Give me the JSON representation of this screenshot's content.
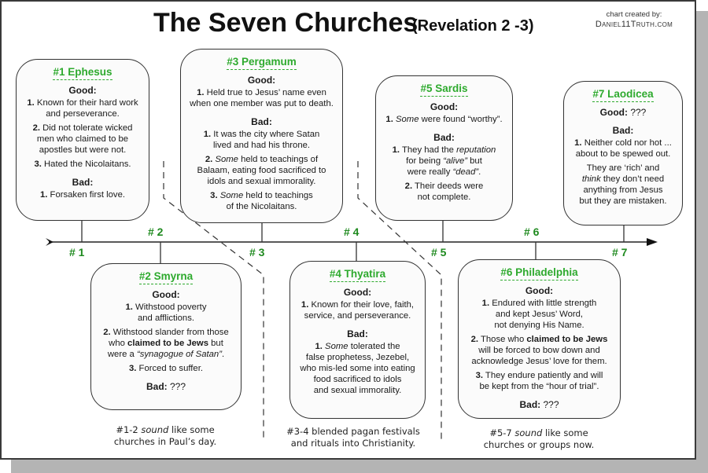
{
  "header": {
    "title": "The Seven Churches",
    "subtitle": "(Revelation 2 -3)",
    "credit_line": "chart created by:",
    "credit_site": "Daniel11Truth.com"
  },
  "colors": {
    "accent": "#2eaa2e",
    "timeline_label": "#1f8a1f",
    "border": "#333333"
  },
  "timeline": {
    "labels": [
      "# 1",
      "# 2",
      "# 3",
      "# 4",
      "# 5",
      "# 6",
      "# 7"
    ],
    "arrow_icon": "arrow-right-icon"
  },
  "churches": [
    {
      "title": "#1 Ephesus",
      "sections": [
        {
          "heading": "Good:",
          "tail": "",
          "items": [
            {
              "num": "1.",
              "segs": [
                {
                  "t": " Known for their hard work\nand perseverance."
                }
              ]
            },
            {
              "num": "2.",
              "segs": [
                {
                  "t": " Did not tolerate wicked\nmen who claimed to be\napostles but were not."
                }
              ]
            },
            {
              "num": "3.",
              "segs": [
                {
                  "t": " Hated the Nicolaitans."
                }
              ]
            }
          ]
        },
        {
          "heading": "Bad:",
          "tail": "",
          "items": [
            {
              "num": "1.",
              "segs": [
                {
                  "t": " Forsaken first love."
                }
              ]
            }
          ]
        }
      ]
    },
    {
      "title": "#2 Smyrna",
      "sections": [
        {
          "heading": "Good:",
          "tail": "",
          "items": [
            {
              "num": "1.",
              "segs": [
                {
                  "t": " Withstood poverty\nand afflictions."
                }
              ]
            },
            {
              "num": "2.",
              "segs": [
                {
                  "t": " Withstood slander from those\nwho "
                },
                {
                  "t": "claimed to be Jews",
                  "s": "b"
                },
                {
                  "t": " but\nwere a "
                },
                {
                  "t": "“synagogue of Satan”",
                  "s": "i"
                },
                {
                  "t": "."
                }
              ]
            },
            {
              "num": "3.",
              "segs": [
                {
                  "t": " Forced to suffer."
                }
              ]
            }
          ]
        },
        {
          "heading": "Bad:",
          "tail": " ???",
          "items": []
        }
      ]
    },
    {
      "title": "#3 Pergamum",
      "sections": [
        {
          "heading": "Good:",
          "tail": "",
          "items": [
            {
              "num": "1.",
              "segs": [
                {
                  "t": " Held true to Jesus’ name even\nwhen one member was put to death."
                }
              ]
            }
          ]
        },
        {
          "heading": "Bad:",
          "tail": "",
          "items": [
            {
              "num": "1.",
              "segs": [
                {
                  "t": " It was the city where Satan\nlived and had his throne."
                }
              ]
            },
            {
              "num": "2.",
              "segs": [
                {
                  "t": " "
                },
                {
                  "t": "Some",
                  "s": "i"
                },
                {
                  "t": " held to teachings of\nBalaam, eating food sacrificed to\nidols and sexual immorality."
                }
              ]
            },
            {
              "num": "3.",
              "segs": [
                {
                  "t": " "
                },
                {
                  "t": "Some",
                  "s": "i"
                },
                {
                  "t": " held to teachings\nof the Nicolaitans."
                }
              ]
            }
          ]
        }
      ]
    },
    {
      "title": "#4 Thyatira",
      "sections": [
        {
          "heading": "Good:",
          "tail": "",
          "items": [
            {
              "num": "1.",
              "segs": [
                {
                  "t": " Known for their love, faith,\nservice, and perseverance."
                }
              ]
            }
          ]
        },
        {
          "heading": "Bad:",
          "tail": "",
          "items": [
            {
              "num": "1.",
              "segs": [
                {
                  "t": " "
                },
                {
                  "t": "Some",
                  "s": "i"
                },
                {
                  "t": " tolerated the\nfalse prophetess, Jezebel,\nwho mis-led some into eating\nfood sacrificed to idols\nand sexual immorality."
                }
              ]
            }
          ]
        }
      ]
    },
    {
      "title": "#5 Sardis",
      "sections": [
        {
          "heading": "Good:",
          "tail": "",
          "items": [
            {
              "num": "1.",
              "segs": [
                {
                  "t": " "
                },
                {
                  "t": "Some",
                  "s": "i"
                },
                {
                  "t": " were found “worthy”."
                }
              ]
            }
          ]
        },
        {
          "heading": "Bad:",
          "tail": "",
          "items": [
            {
              "num": "1.",
              "segs": [
                {
                  "t": " They had the "
                },
                {
                  "t": "reputation",
                  "s": "i"
                },
                {
                  "t": "\nfor being "
                },
                {
                  "t": "“alive”",
                  "s": "i"
                },
                {
                  "t": " but\nwere really "
                },
                {
                  "t": "“dead”",
                  "s": "i"
                },
                {
                  "t": "."
                }
              ]
            },
            {
              "num": "2.",
              "segs": [
                {
                  "t": " Their deeds were\nnot complete."
                }
              ]
            }
          ]
        }
      ]
    },
    {
      "title": "#6 Philadelphia",
      "sections": [
        {
          "heading": "Good:",
          "tail": "",
          "items": [
            {
              "num": "1.",
              "segs": [
                {
                  "t": " Endured with little strength\nand kept Jesus’ Word,\nnot denying His Name."
                }
              ]
            },
            {
              "num": "2.",
              "segs": [
                {
                  "t": " Those who "
                },
                {
                  "t": "claimed to be Jews",
                  "s": "b"
                },
                {
                  "t": "\nwill be forced to bow down and\nacknowledge Jesus’ love for them."
                }
              ]
            },
            {
              "num": "3.",
              "segs": [
                {
                  "t": " They endure patiently and will\nbe kept from the “hour of trial”."
                }
              ]
            }
          ]
        },
        {
          "heading": "Bad:",
          "tail": " ???",
          "items": []
        }
      ]
    },
    {
      "title": "#7 Laodicea",
      "sections": [
        {
          "heading": "Good:",
          "tail": " ???",
          "items": []
        },
        {
          "heading": "Bad:",
          "tail": "",
          "items": [
            {
              "num": "1.",
              "segs": [
                {
                  "t": " Neither cold nor hot ...\nabout to be spewed out."
                }
              ]
            },
            {
              "num": "",
              "segs": [
                {
                  "t": "They are ‘rich’ and\n"
                },
                {
                  "t": "think",
                  "s": "i"
                },
                {
                  "t": " they don’t need\nanything from Jesus\nbut they are mistaken."
                }
              ]
            }
          ]
        }
      ]
    }
  ],
  "notes": [
    {
      "segs": [
        {
          "t": "#1-2 "
        },
        {
          "t": "sound",
          "s": "i"
        },
        {
          "t": " like some\nchurches in Paul’s day."
        }
      ]
    },
    {
      "segs": [
        {
          "t": "#3-4 blended pagan festivals\nand rituals into Christianity."
        }
      ]
    },
    {
      "segs": [
        {
          "t": "#5-7 "
        },
        {
          "t": "sound",
          "s": "i"
        },
        {
          "t": " like some\nchurches or groups now."
        }
      ]
    }
  ]
}
